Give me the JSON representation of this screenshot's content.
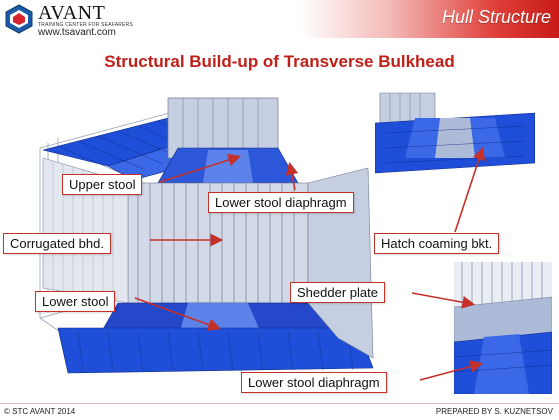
{
  "header": {
    "logo_title": "AVANT",
    "logo_subtitle": "TRAINING CENTER FOR SEAFARERS",
    "logo_url": "www.tsavant.com",
    "section": "Hull Structure"
  },
  "slide": {
    "title": "Structural Build-up of Transverse Bulkhead"
  },
  "labels": {
    "upper_stool": "Upper stool",
    "lower_stool_diaphragm_1": "Lower stool diaphragm",
    "corrugated_bhd": "Corrugated bhd.",
    "hatch_coaming_bkt": "Hatch coaming bkt.",
    "lower_stool": "Lower stool",
    "shedder_plate": "Shedder plate",
    "lower_stool_diaphragm_2": "Lower stool diaphragm"
  },
  "footer": {
    "copyright": "© STC AVANT 2014",
    "prepared_by": "PREPARED BY S. KUZNETSOV"
  },
  "colors": {
    "accent_red": "#c0201a",
    "structure_blue": "#1f4fd8",
    "structure_light": "#aebbd8"
  }
}
